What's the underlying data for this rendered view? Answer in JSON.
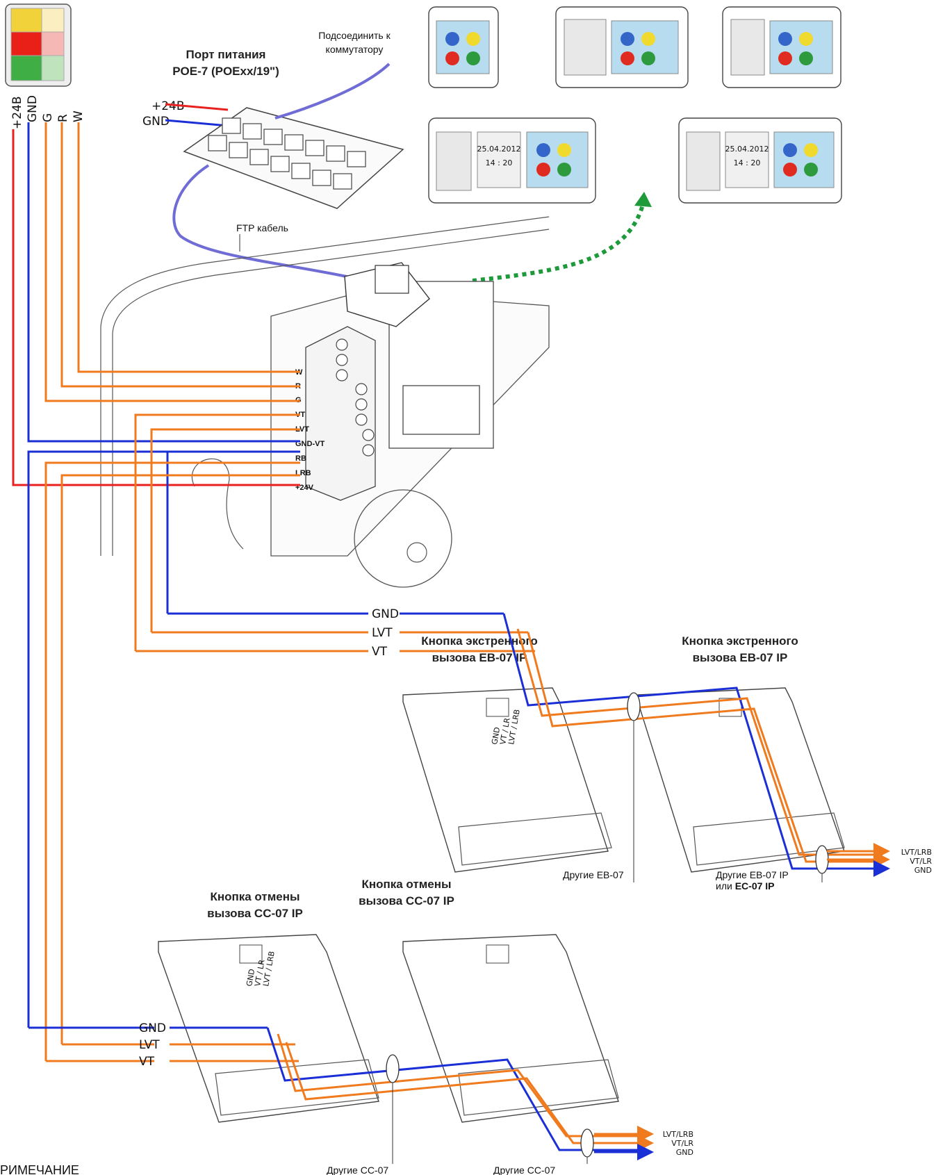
{
  "colors": {
    "red": "#e8201f",
    "blue": "#1a2fd6",
    "orange": "#f07a1e",
    "cable": "#6f6cd6",
    "green_arrow": "#1e9a3a"
  },
  "left_wires": [
    "+24В",
    "GND",
    "G",
    "R",
    "W"
  ],
  "poe": {
    "title_line1": "Порт питания",
    "title_line2": "POE-7 (POExx/19\")",
    "plus24": "+24В",
    "gnd": "GND",
    "connect_line1": "Подсоединить к",
    "connect_line2": "коммутатору",
    "ftp": "FTP кабель"
  },
  "terminals": [
    "W",
    "R",
    "G",
    "VT",
    "LVT",
    "GND-VT",
    "RB",
    "LRB",
    "+24V"
  ],
  "panels": {
    "date": "25.04.2012",
    "time": "14 : 20"
  },
  "eb": {
    "title_line1": "Кнопка экстренного",
    "title_line2": "вызова EB-07 IP",
    "wires": [
      "GND",
      "LVT",
      "VT"
    ],
    "pin_labels": [
      "GND",
      "VT / LR",
      "LVT / LRB"
    ],
    "other": "Другие EB-07",
    "other2_line1": "Другие EB-07 IP",
    "other2_line2_prefix": "или ",
    "other2_line2_bold": "EC-07 IP",
    "out": [
      "LVT/LRB",
      "VT/LR",
      "GND"
    ]
  },
  "cc": {
    "title_line1": "Кнопка отмены",
    "title_line2": "вызова CC-07 IP",
    "wires": [
      "GND",
      "LVT",
      "VT"
    ],
    "other": "Другие CC-07",
    "out": [
      "LVT/LRB",
      "VT/LR",
      "GND"
    ]
  },
  "footer": "РИМЕЧАНИЕ"
}
